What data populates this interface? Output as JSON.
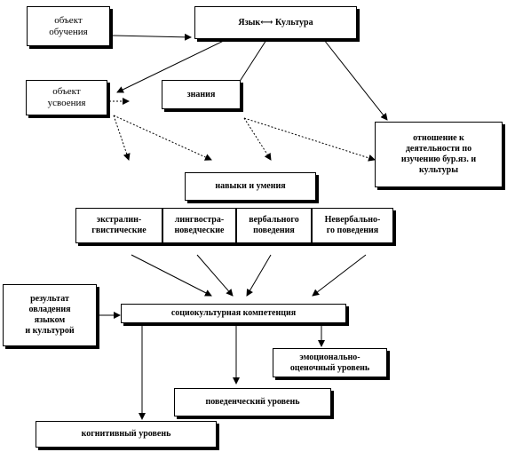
{
  "nodes": {
    "object_study": "объект\nобучения",
    "language_culture": "Язык⟷ Культура",
    "object_mastery": "объект\nусвоения",
    "knowledge": "знания",
    "attitude": "отношение к\nдеятельности по\nизучению бур.яз. и\nкультуры",
    "skills": "навыки и умения",
    "extralinguistic": "экстралин-\nгвистические",
    "linguo_cultural": "лингвостра-\nноведческие",
    "verbal": "вербального\nповедения",
    "nonverbal": "Невербально-\nго поведения",
    "result": "результат\nовладения\nязыком\nи культурой",
    "competence": "социокультурная компетенция",
    "emotional": "эмоционально-\nоценочный уровень",
    "behavioral": "поведенческий уровень",
    "cognitive": "когнитивный уровень"
  },
  "colors": {
    "line": "#000000",
    "shadow": "#000000",
    "fill": "#ffffff"
  }
}
